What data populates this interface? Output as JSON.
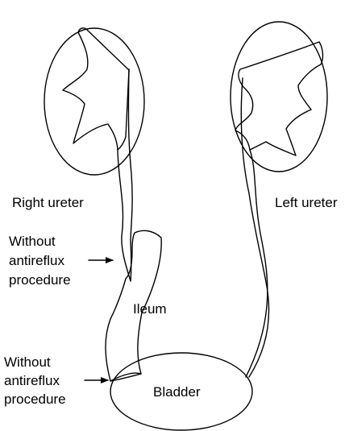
{
  "labels": {
    "right_ureter": "Right ureter",
    "left_ureter": "Left ureter",
    "ileum": "Ileum",
    "bladder": "Bladder",
    "upper_note": [
      "Without",
      "antireflux",
      "procedure"
    ],
    "lower_note": [
      "Without",
      "antireflux",
      "procedure"
    ]
  }
}
